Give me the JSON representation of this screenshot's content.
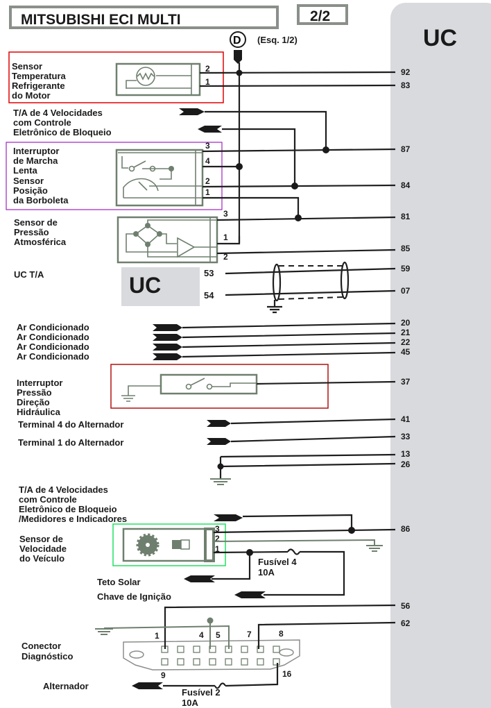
{
  "title": "MITSUBISHI ECI MULTI",
  "page": "2/2",
  "uc_label": "UC",
  "connector": {
    "letter": "D",
    "ref": "(Esq. 1/2)"
  },
  "colors": {
    "red_box": "#e00000",
    "purple_box": "#a020c0",
    "dark_red_box": "#b01010",
    "green_box": "#20e060",
    "panel": "#d9dadd"
  },
  "components": {
    "temp_sensor": [
      "Sensor",
      "Temperatura",
      "Refrigerante",
      "do Motor"
    ],
    "ta_top": [
      "T/A de 4 Velocidades",
      "com Controle",
      "Eletrônico de Bloqueio"
    ],
    "idle_switch": [
      "Interruptor",
      "de Marcha",
      "Lenta"
    ],
    "tps": [
      "Sensor",
      "Posição",
      "da Borboleta"
    ],
    "pressure_sensor": [
      "Sensor de",
      "Pressão",
      "Atmosférica"
    ],
    "uc_ta": "UC T/A",
    "uc_ta_box": "UC",
    "ac": [
      "Ar Condicionado",
      "Ar Condicionado",
      "Ar Condicionado",
      "Ar Condicionado"
    ],
    "ps_switch": [
      "Interruptor",
      "Pressão",
      "Direção",
      "Hidráulica"
    ],
    "alt4": "Terminal 4 do Alternador",
    "alt1": "Terminal 1 do Alternador",
    "ta_bottom": [
      "T/A de 4 Velocidades",
      "com Controle",
      "Eletrônico de Bloqueio",
      "/Medidores e Indicadores"
    ],
    "speed_sensor": [
      "Sensor de",
      "Velocidade",
      "do Veículo"
    ],
    "fuse4": [
      "Fusível 4",
      "10A"
    ],
    "sunroof": "Teto Solar",
    "ignition": "Chave de Ignição",
    "diag": [
      "Conector",
      "Diagnóstico"
    ],
    "alternator": "Alternador",
    "fuse2": [
      "Fusível 2",
      "10A"
    ]
  },
  "component_pins": {
    "temp": [
      "2",
      "1"
    ],
    "idle_tps": [
      "3",
      "4",
      "2",
      "1"
    ],
    "pressure": [
      "3",
      "1",
      "2"
    ],
    "uc_ta": [
      "53",
      "54"
    ],
    "speed": [
      "3",
      "2",
      "1"
    ],
    "diag": [
      "1",
      "4",
      "5",
      "7",
      "8",
      "9",
      "16"
    ]
  },
  "uc_pins": [
    "92",
    "83",
    "87",
    "84",
    "81",
    "85",
    "59",
    "07",
    "20",
    "21",
    "22",
    "45",
    "37",
    "41",
    "33",
    "13",
    "26",
    "86",
    "56",
    "62"
  ]
}
